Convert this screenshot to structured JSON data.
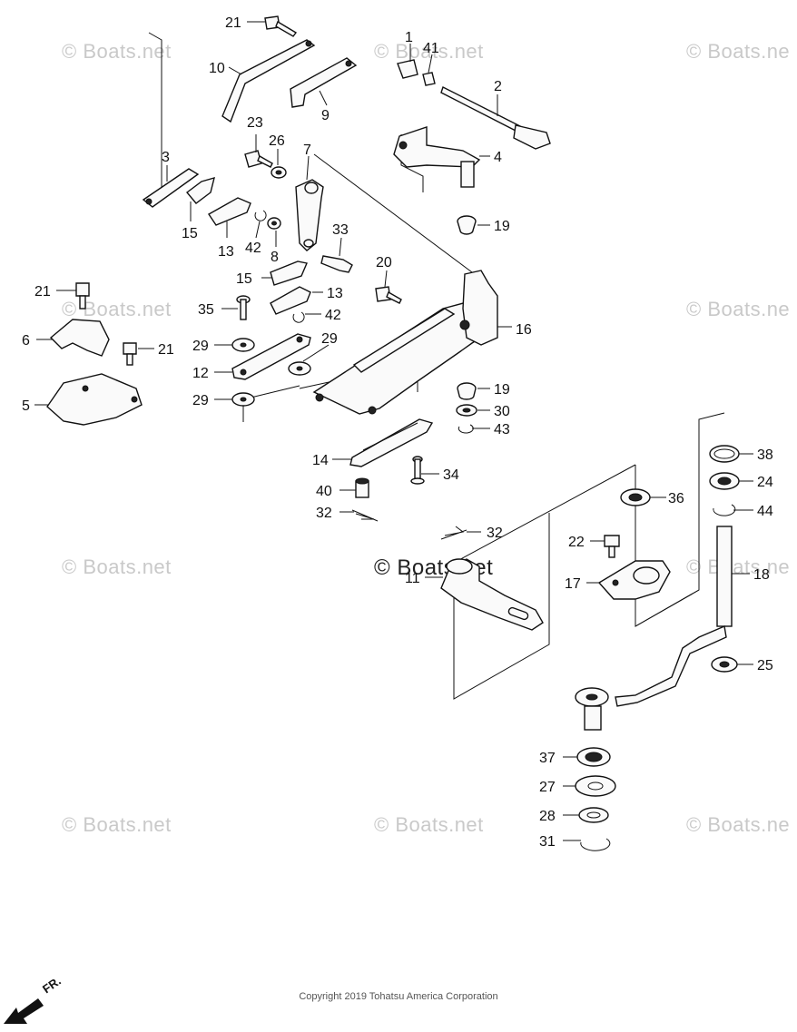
{
  "watermarks": {
    "text": "© Boats.net",
    "partial_text": "© Boats.ne"
  },
  "copyright": "Copyright 2019 Tohatsu America Corporation",
  "front_marker": "FR.",
  "part_labels": {
    "p1": "1",
    "p2": "2",
    "p3": "3",
    "p4": "4",
    "p5": "5",
    "p6": "6",
    "p7": "7",
    "p8": "8",
    "p9": "9",
    "p10": "10",
    "p11": "11",
    "p12": "12",
    "p13a": "13",
    "p13b": "13",
    "p14": "14",
    "p15a": "15",
    "p15b": "15",
    "p16": "16",
    "p17": "17",
    "p18": "18",
    "p19a": "19",
    "p19b": "19",
    "p20": "20",
    "p21a": "21",
    "p21b": "21",
    "p21c": "21",
    "p22": "22",
    "p23": "23",
    "p24": "24",
    "p25": "25",
    "p26": "26",
    "p27": "27",
    "p28": "28",
    "p29a": "29",
    "p29b": "29",
    "p29c": "29",
    "p30": "30",
    "p31": "31",
    "p32a": "32",
    "p32b": "32",
    "p33": "33",
    "p34": "34",
    "p35": "35",
    "p36": "36",
    "p37": "37",
    "p38": "38",
    "p40": "40",
    "p41": "41",
    "p42a": "42",
    "p42b": "42",
    "p43": "43",
    "p44": "44"
  }
}
